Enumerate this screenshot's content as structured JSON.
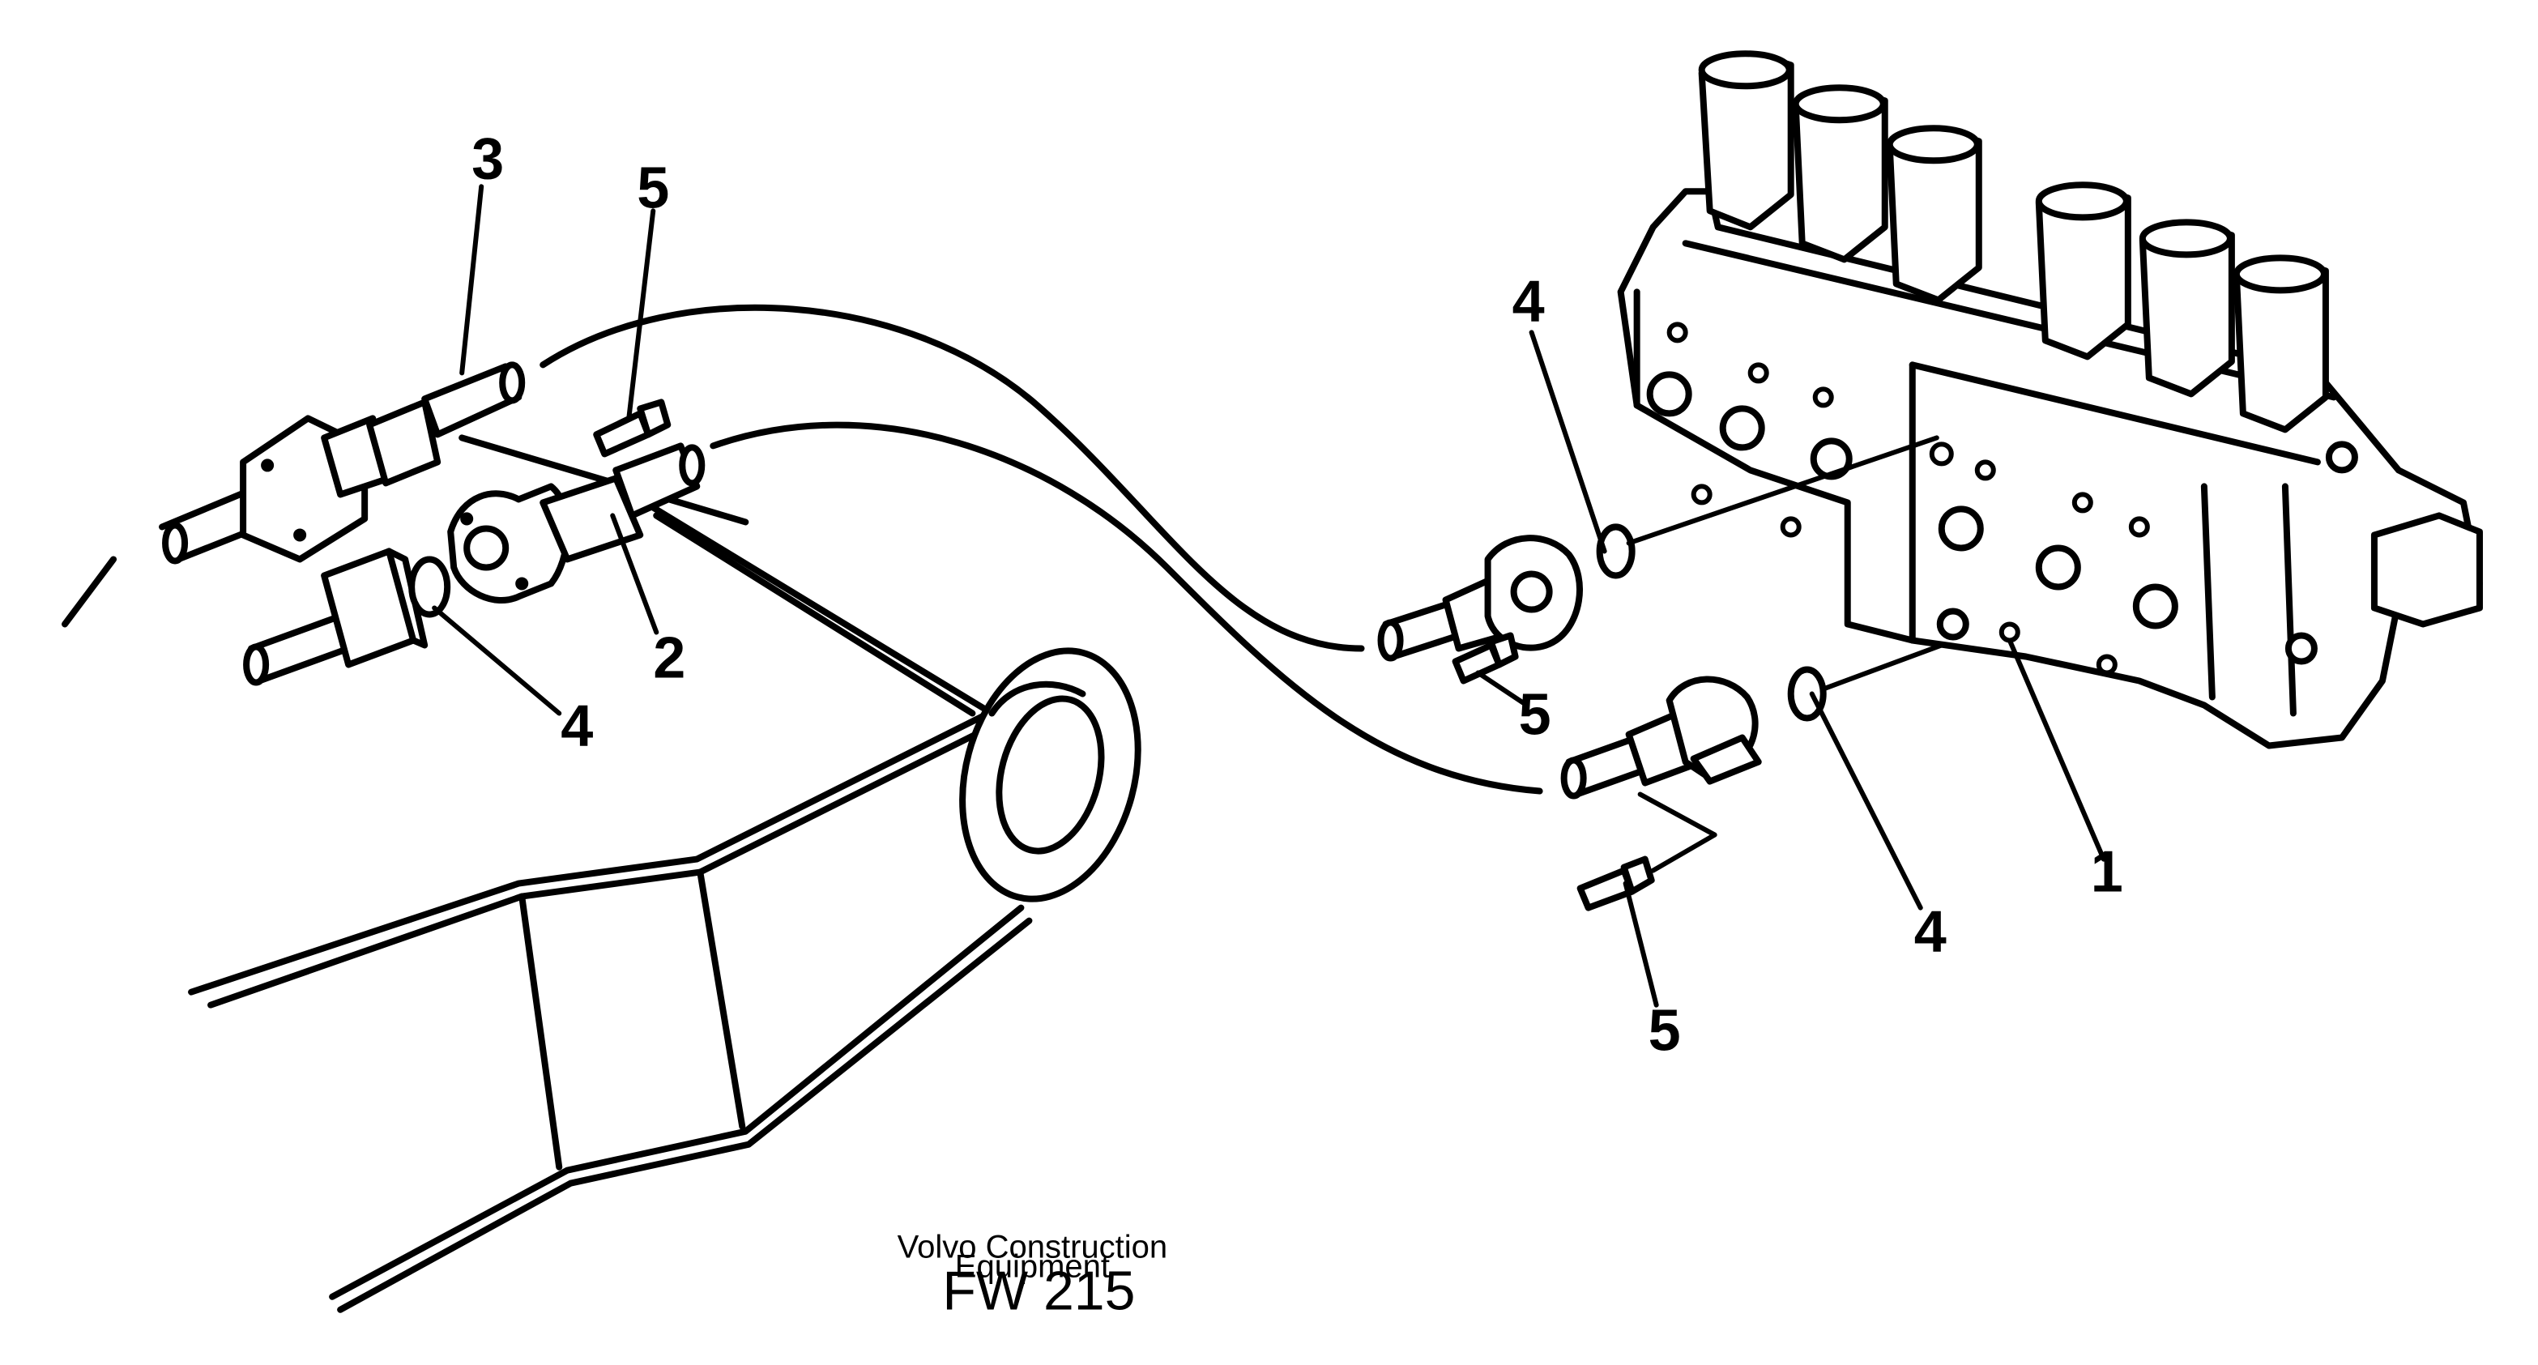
{
  "callouts": {
    "c1": "1",
    "c2": "2",
    "c3": "3",
    "c4a": "4",
    "c4b": "4",
    "c4c": "4",
    "c5a": "5",
    "c5b": "5",
    "c5c": "5"
  },
  "caption": {
    "line1": "Volvo Construction",
    "line2": "Equipment",
    "code": "FW 215"
  }
}
